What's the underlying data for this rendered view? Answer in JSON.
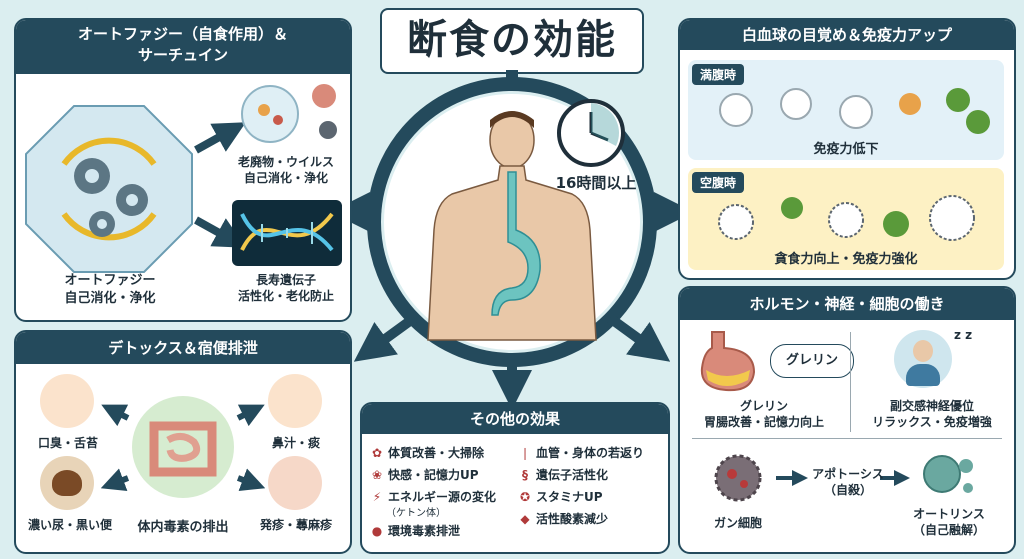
{
  "title": "断食の効能",
  "center": {
    "fasting_label": "16時間以上"
  },
  "autophagy": {
    "heading_line1": "オートファジー（自食作用）＆",
    "heading_line2": "サーチュイン",
    "main_line1": "オートファジー",
    "main_line2": "自己消化・浄化",
    "waste_line1": "老廃物・ウイルス",
    "waste_line2": "自己消化・浄化",
    "gene_line1": "長寿遺伝子",
    "gene_line2": "活性化・老化防止"
  },
  "immune": {
    "heading": "白血球の目覚め＆免疫力アップ",
    "full_tag": "満腹時",
    "full_caption": "免疫力低下",
    "empty_tag": "空腹時",
    "empty_caption": "貪食力向上・免疫力強化"
  },
  "detox": {
    "heading": "デトックス＆宿便排泄",
    "breath": "口臭・舌苔",
    "nose": "鼻汁・痰",
    "urine": "濃い尿・黒い便",
    "rash": "発疹・蕁麻疹",
    "center": "体内毒素の排出"
  },
  "other": {
    "heading": "その他の効果",
    "left_items": [
      "体質改善・大掃除",
      "快感・記憶力UP",
      "エネルギー源の変化",
      "環境毒素排泄"
    ],
    "ketone_note": "（ケトン体）",
    "right_items": [
      "血管・身体の若返り",
      "遺伝子活性化",
      "スタミナUP",
      "活性酸素減少"
    ]
  },
  "hormone": {
    "heading": "ホルモン・神経・細胞の働き",
    "ghrelin_bubble": "グレリン",
    "ghrelin_line1": "グレリン",
    "ghrelin_line2": "胃腸改善・記憶力向上",
    "nerve_line1": "副交感神経優位",
    "nerve_line2": "リラックス・免疫増強",
    "cancer": "ガン細胞",
    "apoptosis_line1": "アポトーシス",
    "apoptosis_line2": "（自殺）",
    "autolysis_line1": "オートリンス",
    "autolysis_line2": "（自己融解）"
  },
  "colors": {
    "navy": "#244a5c",
    "teal": "#2f8f95",
    "background": "#dbeef0",
    "yellow": "#fdf1c4",
    "light_blue": "#e3f1f8"
  }
}
